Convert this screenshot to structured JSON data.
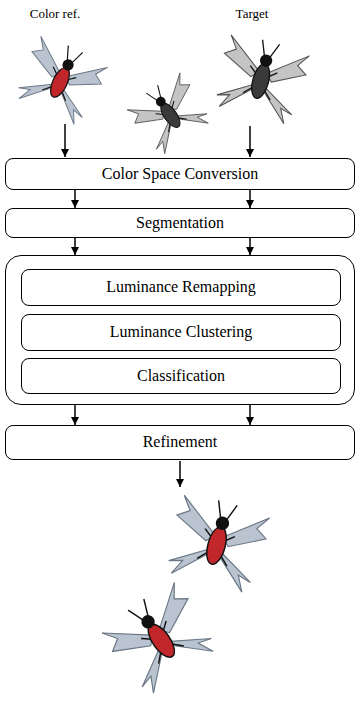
{
  "diagram": {
    "nodes": [
      {
        "text": [
          "Color Space Conversion"
        ]
      },
      {
        "text": [
          "Segmentation"
        ]
      },
      {
        "text": []
      },
      {
        "text": [
          "Luminance Remapping"
        ],
        "in": 2
      },
      {
        "text": [
          "Luminance Clustering"
        ],
        "in": 2
      },
      {
        "text": [
          "Classification"
        ],
        "in": 2
      },
      {
        "text": [
          "Refinement"
        ]
      }
    ],
    "edges": [
      {
        "from": 0,
        "to": 1,
        "arrow": "to"
      },
      {
        "from": 0,
        "to": 1,
        "arrow": "to"
      },
      {
        "from": 1,
        "to": 2,
        "arrow": "to"
      },
      {
        "from": 1,
        "to": 2,
        "arrow": "to"
      },
      {
        "from": 2,
        "to": 6,
        "arrow": "to"
      },
      {
        "from": 2,
        "to": 6,
        "arrow": "to"
      }
    ],
    "labels": [
      "Color ref.",
      "Target"
    ]
  }
}
